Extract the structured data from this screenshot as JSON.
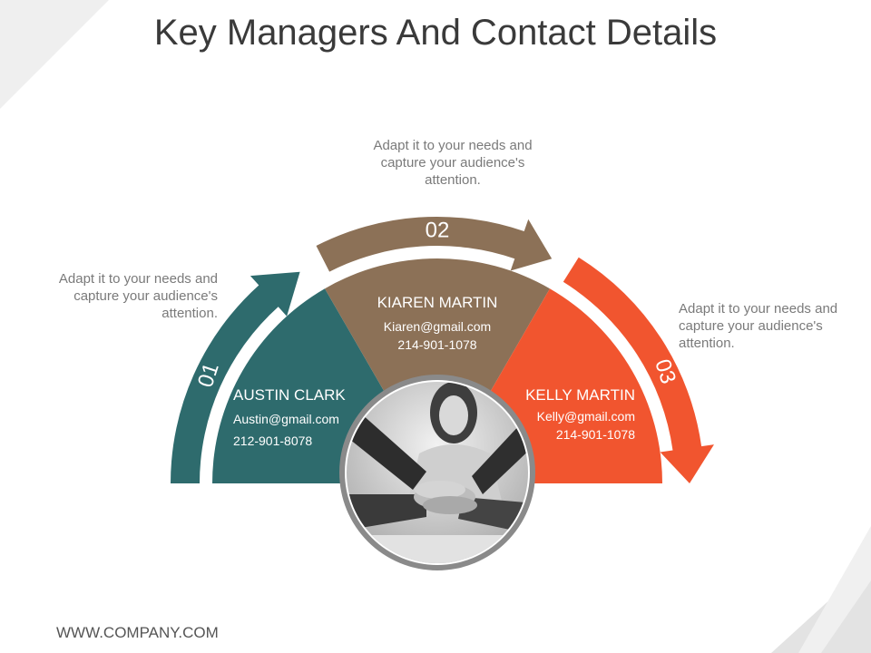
{
  "title": "Key Managers And Contact Details",
  "footer": "WWW.COMPANY.COM",
  "colors": {
    "teal": "#2e6b6d",
    "brown": "#8c7157",
    "orange": "#f1552f",
    "ring": "#8a8a8a"
  },
  "notes": {
    "left": "Adapt it to your needs and capture your audience's attention.",
    "top": "Adapt it to your needs and capture your audience's attention.",
    "right": "Adapt it to your needs and capture your audience's attention."
  },
  "steps": {
    "one": "01",
    "two": "02",
    "three": "03"
  },
  "managers": [
    {
      "name": "AUSTIN CLARK",
      "email": "Austin@gmail.com",
      "phone": "212-901-8078"
    },
    {
      "name": "KIAREN MARTIN",
      "email": "Kiaren@gmail.com",
      "phone": "214-901-1078"
    },
    {
      "name": "KELLY MARTIN",
      "email": "Kelly@gmail.com",
      "phone": "214-901-1078"
    }
  ],
  "photo": {
    "icon": "team-hands-photo"
  }
}
